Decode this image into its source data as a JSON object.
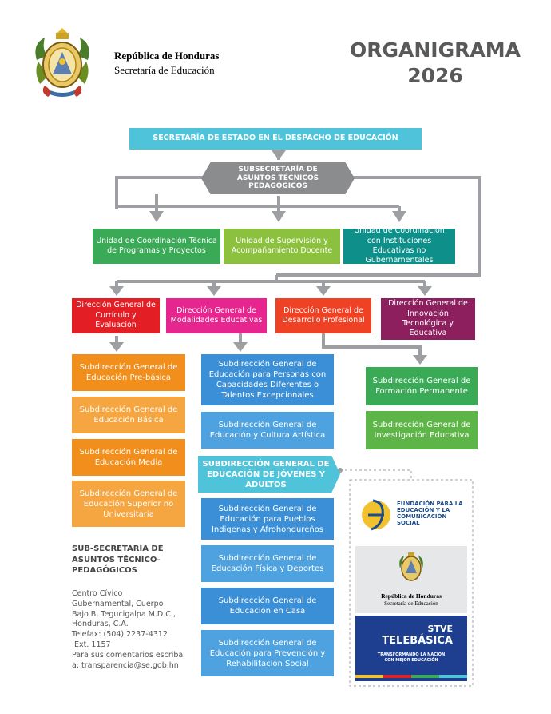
{
  "header": {
    "country": "República de Honduras",
    "ministry": "Secretaría de Educación",
    "title_line1": "ORGANIGRAMA",
    "title_line2": "2026"
  },
  "top": {
    "secretaria": "SECRETARÍA DE ESTADO EN EL DESPACHO DE EDUCACIÓN",
    "subsecretaria": "SUBSECRETARÍA DE ASUNTOS TÉCNICOS PEDAGÓGICOS"
  },
  "units": [
    {
      "label": "Unidad de Coordinación Técnica de Programas y Proyectos"
    },
    {
      "label": "Unidad de Supervisión y Acompañamiento Docente"
    },
    {
      "label": "Unidad de Coordinación con Instituciones Educativas no Gubernamentales"
    }
  ],
  "directions": [
    {
      "label": "Dirección General de Currículo y Evaluación"
    },
    {
      "label": "Dirección General de Modalidades Educativas"
    },
    {
      "label": "Dirección General de Desarrollo Profesional"
    },
    {
      "label": "Dirección General de Innovación Tecnológica y Educativa"
    }
  ],
  "curriculo_subs": [
    {
      "label": "Subdirección General de Educación Pre-básica"
    },
    {
      "label": "Subdirección General de Educación Básica"
    },
    {
      "label": "Subdirección General de Educación Media"
    },
    {
      "label": "Subdirección General de Educación Superior no Universitaria"
    }
  ],
  "modalidades_subs": [
    {
      "label": "Subdirección General de Educación para Personas con Capacidades Diferentes o Talentos Excepcionales"
    },
    {
      "label": "Subdirección General de Educación y Cultura Artística"
    },
    {
      "label": "SUBDIRECCIÓN GENERAL DE EDUCACIÓN DE JÓVENES Y ADULTOS"
    },
    {
      "label": "Subdirección General de Educación para Pueblos Indigenas y Afrohondureños"
    },
    {
      "label": "Subdirección General de Educación Física y Deportes"
    },
    {
      "label": "Subdirección General de Educación en Casa"
    },
    {
      "label": "Subdirección General de Educación para Prevención y Rehabilitación Social"
    }
  ],
  "desarrollo_subs": [
    {
      "label": "Subdirección General de Formación Permanente"
    },
    {
      "label": "Subdirección General de Investigación Educativa"
    }
  ],
  "footer": {
    "heading": "SUB-SECRETARÍA DE ASUNTOS TÉCNICO-PEDAGÓGICOS",
    "lines": [
      "Centro Cívico",
      "Gubernamental, Cuerpo",
      "Bajo B, Tegucigalpa M.D.C.,",
      "Honduras, C.A.",
      "Telefax: (504) 2237-4312",
      " Ext. 1157",
      "Para sus comentarios escriba",
      "a: transparencia@se.gob.hn"
    ]
  },
  "sidebar": {
    "fundacion": "FUNDACIÓN PARA LA EDUCACIÓN Y LA COMUNICACIÓN SOCIAL",
    "rep_country": "República de Honduras",
    "rep_ministry": "Secretaría de Educación",
    "stve": "STVE",
    "telebasica": "TELEBÁSICA",
    "tagline1": "TRANSFORMANDO LA NACIÓN",
    "tagline2": "CON MEJOR EDUCACIÓN"
  },
  "colors": {
    "cyan": "#4ec3d9",
    "gray": "#8a8c8e",
    "green": "#3aaa57",
    "lime": "#8cc13f",
    "teal": "#0f8f8a",
    "red": "#e31e24",
    "magenta": "#e6258f",
    "orange_red": "#ef4123",
    "purple": "#8d1f5f",
    "orange": "#f18e1c",
    "blue": "#3b8fd6",
    "leaf": "#5eb547"
  }
}
